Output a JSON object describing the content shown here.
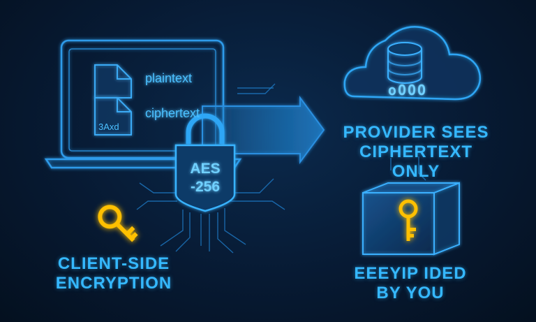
{
  "laptop": {
    "file_top_label": "plaintext",
    "file_bottom_label": "ciphertext",
    "file_bottom_text": "3Axd"
  },
  "lock": {
    "line1": "AES",
    "line2": "-256"
  },
  "client": {
    "line1": "CLIENT-SIDE",
    "line2": "ENCRYPTION"
  },
  "provider": {
    "line1": "PROVIDER SEES",
    "line2": "CIPHERTEXT ONLY"
  },
  "keys": {
    "line1": "EEEYIP IDED",
    "line2": "BY YOU"
  },
  "cloud": {
    "glyphs": "oOOO"
  },
  "colors": {
    "accent": "#35b8ff",
    "key": "#ffc000",
    "bg": "#071a33"
  }
}
